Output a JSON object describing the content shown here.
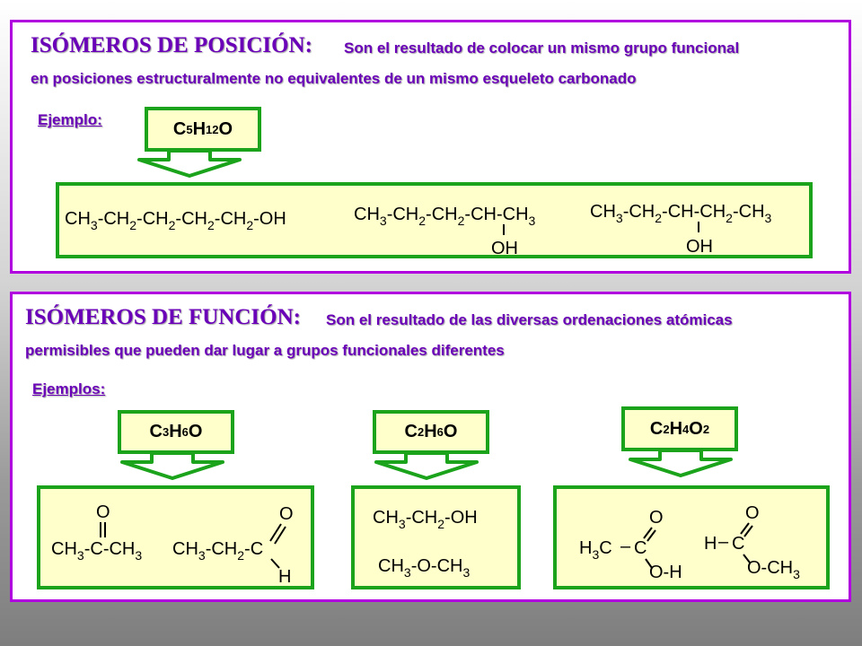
{
  "position": {
    "title": "ISÓMEROS DE POSICIÓN:",
    "desc_line1": "Son el resultado de colocar un mismo grupo funcional",
    "desc_line2": "en posiciones estructuralmente no equivalentes de un mismo esqueleto carbonado",
    "example_label": "Ejemplo:",
    "formula": {
      "a": "C",
      "b": "5",
      "c": "H",
      "d": "12",
      "e": "O"
    },
    "structures": {
      "s1": {
        "c1": "CH",
        "n1": "3",
        "d1": "-",
        "c2": "CH",
        "n2": "2",
        "d2": "-",
        "c3": "CH",
        "n3": "2",
        "d3": "-",
        "c4": "CH",
        "n4": "2",
        "d4": "-",
        "c5": "CH",
        "n5": "2",
        "d5": "-",
        "c6": "OH"
      },
      "s2": {
        "c1": "CH",
        "n1": "3",
        "d1": "-",
        "c2": "CH",
        "n2": "2",
        "d2": "-",
        "c3": "CH",
        "n3": "2",
        "d3": "-",
        "c4": "CH-CH",
        "n4": "3",
        "sub": "OH"
      },
      "s3": {
        "c1": "CH",
        "n1": "3",
        "d1": "-",
        "c2": "CH",
        "n2": "2",
        "d2": "-",
        "c3": "CH-CH",
        "n3": "2",
        "d3": "-",
        "c4": "CH",
        "n4": "3",
        "sub": "OH"
      }
    }
  },
  "function": {
    "title": "ISÓMEROS DE FUNCIÓN:",
    "desc_line1": "Son el resultado de las diversas ordenaciones atómicas",
    "desc_line2": "permisibles que pueden dar lugar a grupos funcionales diferentes",
    "example_label": "Ejemplos:",
    "f1": {
      "a": "C",
      "b": "3",
      "c": "H",
      "d": "6",
      "e": "O"
    },
    "f2": {
      "a": "C",
      "b": "2",
      "c": "H",
      "d": "6",
      "e": "O"
    },
    "f3": {
      "a": "C",
      "b": "2",
      "c": "H",
      "d": "4",
      "e": "O",
      "f": "2"
    },
    "acetone": {
      "o": "O",
      "c1": "CH",
      "n1": "3",
      "d1": "-",
      "mid": "C",
      "d2": "-",
      "c2": "CH",
      "n2": "3"
    },
    "propanal": {
      "o": "O",
      "c1": "CH",
      "n1": "3",
      "d1": "-",
      "c2": "CH",
      "n2": "2",
      "d2": "-",
      "c3": "C",
      "h": "H"
    },
    "ethanol": {
      "c1": "CH",
      "n1": "3",
      "d1": "-",
      "c2": "CH",
      "n2": "2",
      "d2": "-",
      "c3": "OH"
    },
    "ether": {
      "c1": "CH",
      "n1": "3",
      "rest": "-O-CH",
      "n2": "3"
    },
    "acid": {
      "a": "H",
      "n": "3",
      "b": "C",
      "dash": "–",
      "c": "C",
      "o": "O",
      "oh": "O-H"
    },
    "ester": {
      "h": "H",
      "dash": "–",
      "c": "C",
      "o": "O",
      "rest": "O-CH",
      "n": "3"
    }
  }
}
